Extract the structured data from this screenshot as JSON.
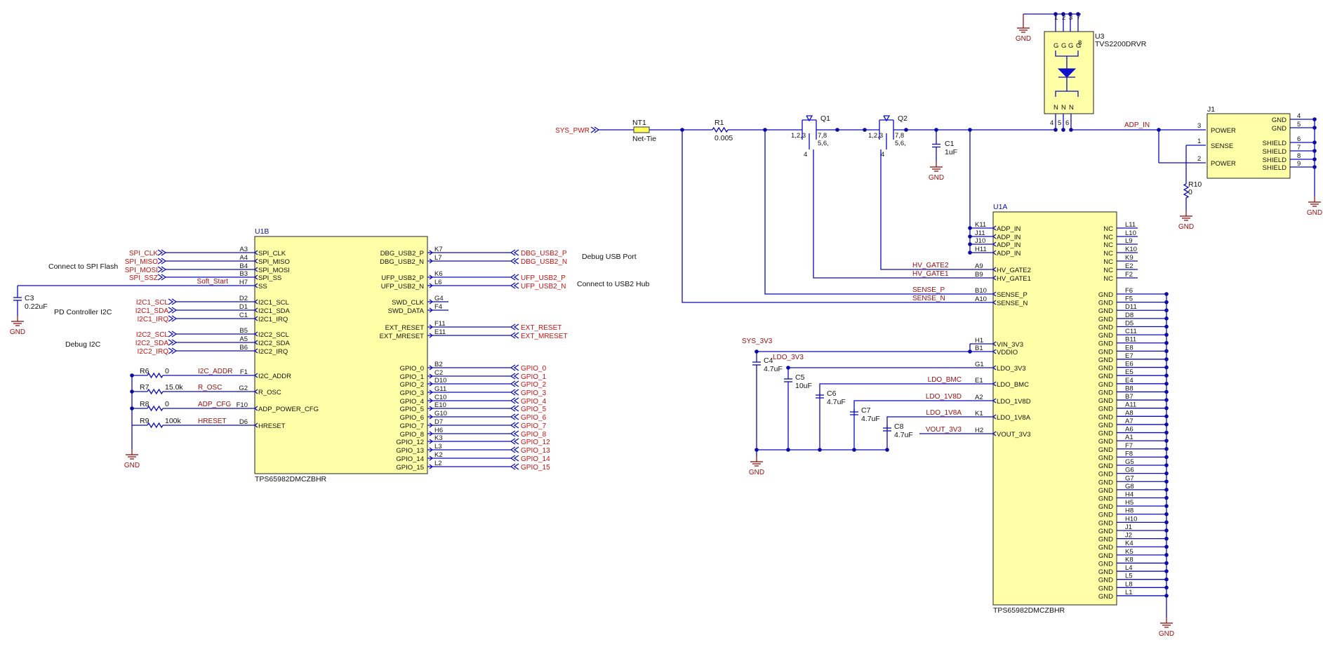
{
  "u1b": {
    "ref": "U1B",
    "part": "TPS65982DMCZBHR",
    "left_pins": [
      {
        "num": "A3",
        "name": "SPI_CLK",
        "net": "SPI_CLK"
      },
      {
        "num": "A4",
        "name": "SPI_MISO",
        "net": "SPI_MISO"
      },
      {
        "num": "B4",
        "name": "SPI_MOSI",
        "net": "SPI_MOSI"
      },
      {
        "num": "B3",
        "name": "SPI_SS",
        "net": "SPI_SSZ"
      },
      {
        "num": "H7",
        "name": "SS",
        "net": "Soft_Start"
      },
      {
        "num": "D2",
        "name": "I2C1_SCL",
        "net": "I2C1_SCL"
      },
      {
        "num": "D1",
        "name": "I2C1_SDA",
        "net": "I2C1_SDA"
      },
      {
        "num": "C1",
        "name": "I2C1_IRQ",
        "net": "I2C1_IRQ"
      },
      {
        "num": "B5",
        "name": "I2C2_SCL",
        "net": "I2C2_SCL"
      },
      {
        "num": "A5",
        "name": "I2C2_SDA",
        "net": "I2C2_SDA"
      },
      {
        "num": "B6",
        "name": "I2C2_IRQ",
        "net": "I2C2_IRQ"
      },
      {
        "num": "F1",
        "name": "I2C_ADDR",
        "net": "I2C_ADDR"
      },
      {
        "num": "G2",
        "name": "R_OSC",
        "net": "R_OSC"
      },
      {
        "num": "F10",
        "name": "ADP_POWER_CFG",
        "net": "ADP_CFG"
      },
      {
        "num": "D6",
        "name": "HRESET",
        "net": "HRESET"
      }
    ],
    "right_pins": [
      {
        "num": "K7",
        "name": "DBG_USB2_P",
        "net": "DBG_USB2_P"
      },
      {
        "num": "L7",
        "name": "DBG_USB2_N",
        "net": "DBG_USB2_N"
      },
      {
        "num": "K6",
        "name": "UFP_USB2_P",
        "net": "UFP_USB2_P"
      },
      {
        "num": "L6",
        "name": "UFP_USB2_N",
        "net": "UFP_USB2_N"
      },
      {
        "num": "G4",
        "name": "SWD_CLK",
        "net": ""
      },
      {
        "num": "F4",
        "name": "SWD_DATA",
        "net": ""
      },
      {
        "num": "F11",
        "name": "EXT_RESET",
        "net": "EXT_RESET"
      },
      {
        "num": "E11",
        "name": "EXT_MRESET",
        "net": "EXT_MRESET"
      },
      {
        "num": "B2",
        "name": "GPIO_0",
        "net": "GPIO_0"
      },
      {
        "num": "C2",
        "name": "GPIO_1",
        "net": "GPIO_1"
      },
      {
        "num": "D10",
        "name": "GPIO_2",
        "net": "GPIO_2"
      },
      {
        "num": "G11",
        "name": "GPIO_3",
        "net": "GPIO_3"
      },
      {
        "num": "C10",
        "name": "GPIO_4",
        "net": "GPIO_4"
      },
      {
        "num": "E10",
        "name": "GPIO_5",
        "net": "GPIO_5"
      },
      {
        "num": "G10",
        "name": "GPIO_6",
        "net": "GPIO_6"
      },
      {
        "num": "D7",
        "name": "GPIO_7",
        "net": "GPIO_7"
      },
      {
        "num": "H6",
        "name": "GPIO_8",
        "net": "GPIO_8"
      },
      {
        "num": "K3",
        "name": "GPIO_12",
        "net": "GPIO_12"
      },
      {
        "num": "L3",
        "name": "GPIO_13",
        "net": "GPIO_13"
      },
      {
        "num": "K2",
        "name": "GPIO_14",
        "net": "GPIO_14"
      },
      {
        "num": "L2",
        "name": "GPIO_15",
        "net": "GPIO_15"
      }
    ],
    "notes": {
      "spi": "Connect to SPI Flash",
      "i2c1": "PD Controller I2C",
      "i2c2": "Debug I2C",
      "dbg": "Debug USB Port",
      "ufp": "Connect to USB2 Hub"
    },
    "resistors": [
      {
        "ref": "R6",
        "value": "0"
      },
      {
        "ref": "R7",
        "value": "15.0k"
      },
      {
        "ref": "R8",
        "value": "0"
      },
      {
        "ref": "R9",
        "value": "100k"
      }
    ],
    "c3": {
      "ref": "C3",
      "value": "0.22uF"
    }
  },
  "power_path": {
    "sys_pwr": "SYS_PWR",
    "nt1": {
      "ref": "NT1",
      "value": "Net-Tie"
    },
    "r1": {
      "ref": "R1",
      "value": "0.005"
    },
    "q1": {
      "ref": "Q1",
      "pins_a": "1,2,3",
      "pins_b": "7,8",
      "pins_c": "5,6,",
      "gate": "4"
    },
    "q2": {
      "ref": "Q2",
      "pins_a": "1,2,3",
      "pins_b": "7,8",
      "pins_c": "5,6,",
      "gate": "4"
    },
    "c1": {
      "ref": "C1",
      "value": "1uF"
    },
    "adp_in": "ADP_IN",
    "u3": {
      "ref": "U3",
      "part": "TVS2200DRVR",
      "top_pins": [
        "1",
        "2",
        "3",
        "7"
      ],
      "inner_top": [
        "G",
        "G",
        "G",
        "G"
      ],
      "inner_bot": [
        "N",
        "N",
        "N"
      ],
      "bot_pins": [
        "4",
        "5",
        "6"
      ],
      "pad": "8"
    },
    "r10": {
      "ref": "R10",
      "value": "0"
    },
    "j1": {
      "ref": "J1",
      "left": [
        {
          "num": "3",
          "name": "POWER"
        },
        {
          "num": "1",
          "name": "SENSE"
        },
        {
          "num": "2",
          "name": "POWER"
        }
      ],
      "right": [
        {
          "num": "4",
          "name": "GND"
        },
        {
          "num": "5",
          "name": "GND"
        },
        {
          "num": "6",
          "name": "SHIELD"
        },
        {
          "num": "7",
          "name": "SHIELD"
        },
        {
          "num": "8",
          "name": "SHIELD"
        },
        {
          "num": "9",
          "name": "SHIELD"
        }
      ]
    }
  },
  "u1a": {
    "ref": "U1A",
    "part": "TPS65982DMCZBHR",
    "left_pins": [
      {
        "num": "K11",
        "name": "ADP_IN"
      },
      {
        "num": "J11",
        "name": "ADP_IN"
      },
      {
        "num": "J10",
        "name": "ADP_IN"
      },
      {
        "num": "H11",
        "name": "ADP_IN"
      },
      {
        "num": "A9",
        "name": "HV_GATE2",
        "net": "HV_GATE2"
      },
      {
        "num": "B9",
        "name": "HV_GATE1",
        "net": "HV_GATE1"
      },
      {
        "num": "B10",
        "name": "SENSE_P",
        "net": "SENSE_P"
      },
      {
        "num": "A10",
        "name": "SENSE_N",
        "net": "SENSE_N"
      },
      {
        "num": "H1",
        "name": "VIN_3V3"
      },
      {
        "num": "B1",
        "name": "VDDIO"
      },
      {
        "num": "G1",
        "name": "LDO_3V3"
      },
      {
        "num": "E1",
        "name": "LDO_BMC",
        "net": "LDO_BMC"
      },
      {
        "num": "A2",
        "name": "LDO_1V8D",
        "net": "LDO_1V8D"
      },
      {
        "num": "K1",
        "name": "LDO_1V8A",
        "net": "LDO_1V8A"
      },
      {
        "num": "H2",
        "name": "VOUT_3V3",
        "net": "VOUT_3V3"
      }
    ],
    "nc_pins": [
      "L11",
      "L10",
      "L9",
      "K10",
      "K9",
      "E2",
      "F2"
    ],
    "nc_label": "NC",
    "gnd_pins": [
      "F6",
      "F5",
      "D11",
      "D8",
      "D5",
      "C11",
      "B11",
      "E8",
      "E7",
      "E6",
      "E5",
      "E4",
      "B8",
      "B7",
      "A11",
      "A8",
      "A7",
      "A6",
      "A1",
      "F7",
      "F8",
      "G5",
      "G6",
      "G7",
      "G8",
      "H4",
      "H5",
      "H8",
      "H10",
      "J1",
      "J2",
      "K4",
      "K5",
      "K8",
      "L4",
      "L5",
      "L8",
      "L1"
    ],
    "gnd_label": "GND",
    "sys_3v3": "SYS_3V3",
    "ldo_3v3": "LDO_3V3",
    "caps": [
      {
        "ref": "C4",
        "value": "4.7uF"
      },
      {
        "ref": "C5",
        "value": "10uF"
      },
      {
        "ref": "C6",
        "value": "4.7uF"
      },
      {
        "ref": "C7",
        "value": "4.7uF"
      },
      {
        "ref": "C8",
        "value": "4.7uF"
      }
    ]
  },
  "gnd_label": "GND"
}
